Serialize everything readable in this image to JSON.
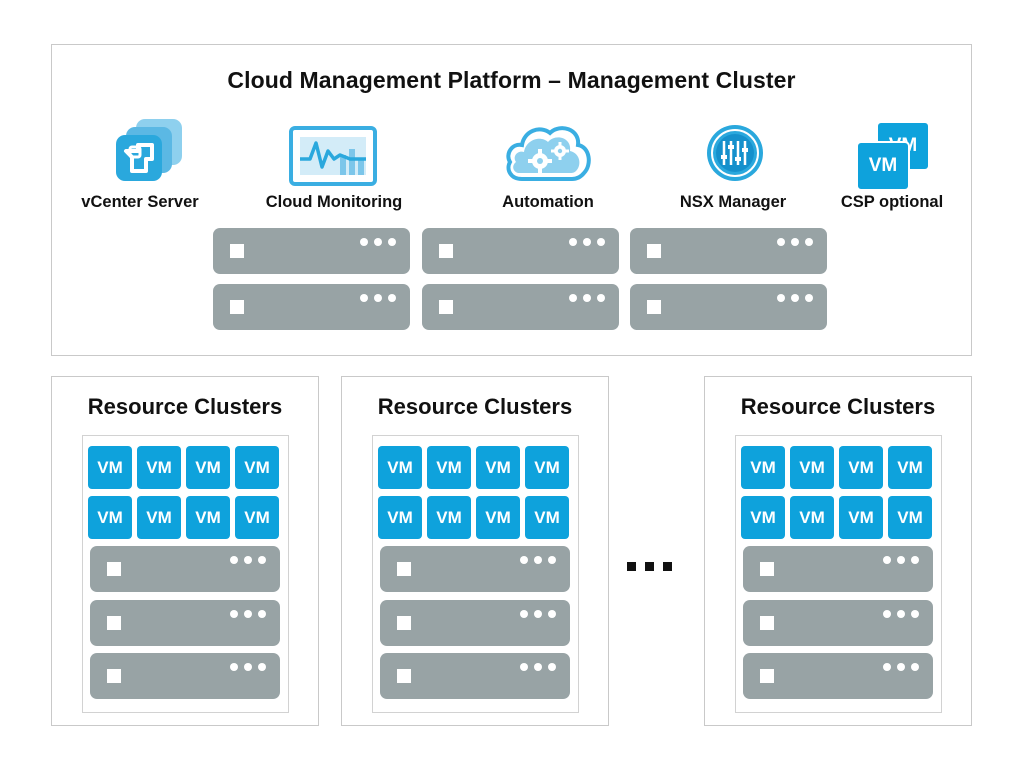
{
  "management": {
    "title": "Cloud Management Platform – Management Cluster",
    "components": [
      {
        "label": "vCenter Server",
        "icon": "vcenter-icon"
      },
      {
        "label": "Cloud Monitoring",
        "icon": "monitoring-icon"
      },
      {
        "label": "Automation",
        "icon": "cloud-gear-icon"
      },
      {
        "label": "NSX Manager",
        "icon": "nsx-icon"
      },
      {
        "label": "CSP optional",
        "icon": "vm-stack-icon",
        "vm_label": "VM"
      }
    ]
  },
  "resource_clusters": [
    {
      "title": "Resource Clusters"
    },
    {
      "title": "Resource Clusters"
    },
    {
      "title": "Resource Clusters"
    }
  ],
  "vm_label": "VM",
  "colors": {
    "accent": "#0ea2dc",
    "light_accent": "#86c8e8",
    "server": "#98a3a5",
    "border": "#c9c9c9"
  }
}
